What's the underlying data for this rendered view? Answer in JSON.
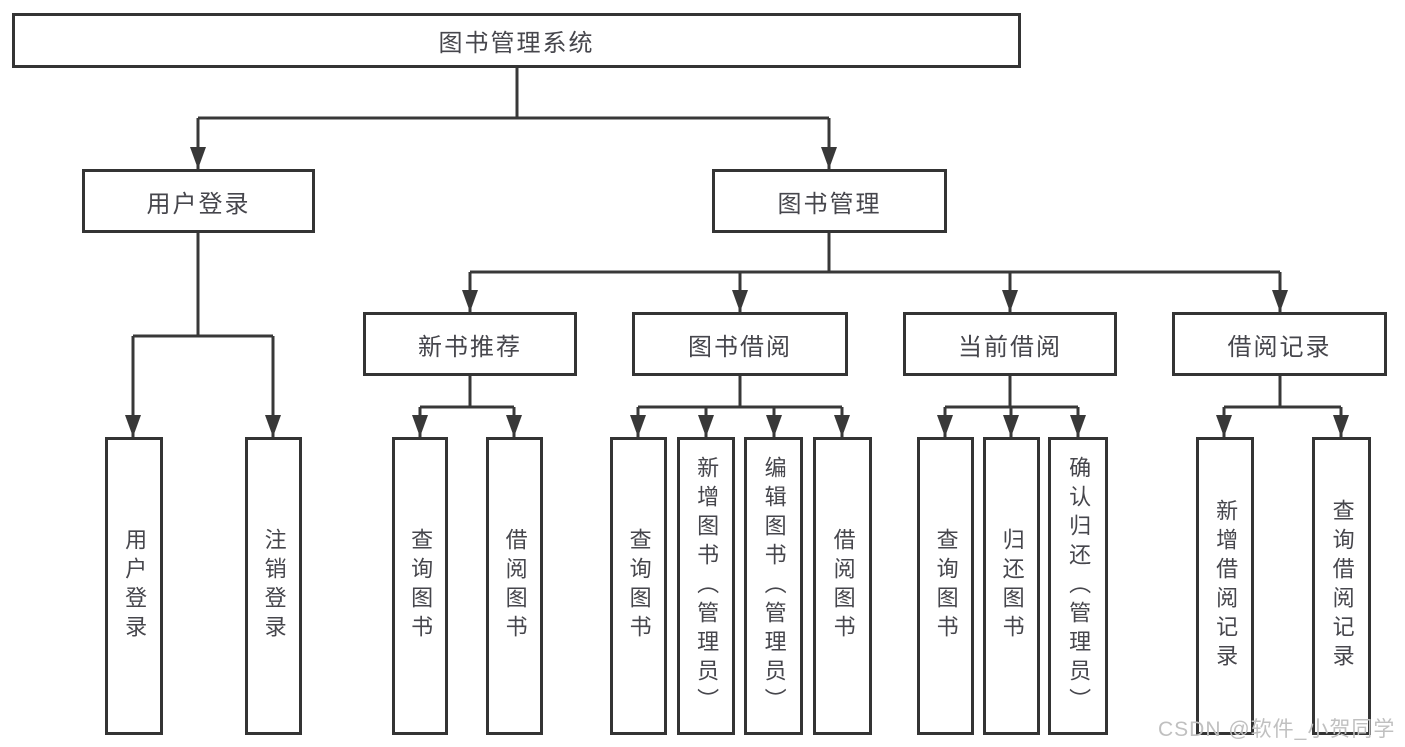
{
  "diagram": {
    "root": {
      "label": "图书管理系统"
    },
    "level2": [
      {
        "label": "用户登录"
      },
      {
        "label": "图书管理"
      }
    ],
    "level3": [
      {
        "label": "新书推荐"
      },
      {
        "label": "图书借阅"
      },
      {
        "label": "当前借阅"
      },
      {
        "label": "借阅记录"
      }
    ],
    "leaves": {
      "user_login": [
        {
          "label": "用户登录"
        },
        {
          "label": "注销登录"
        }
      ],
      "new_books": [
        {
          "label": "查询图书"
        },
        {
          "label": "借阅图书"
        }
      ],
      "book_borrow": [
        {
          "label": "查询图书"
        },
        {
          "label": "新增图书（管理员）"
        },
        {
          "label": "编辑图书（管理员）"
        },
        {
          "label": "借阅图书"
        }
      ],
      "current_borrow": [
        {
          "label": "查询图书"
        },
        {
          "label": "归还图书"
        },
        {
          "label": "确认归还（管理员）"
        }
      ],
      "borrow_records": [
        {
          "label": "新增借阅记录"
        },
        {
          "label": "查询借阅记录"
        }
      ]
    },
    "colors": {
      "line": "#383838",
      "border": "#343434",
      "text": "#46464c",
      "watermark": "#c0c0c0"
    }
  },
  "watermark": {
    "text": "CSDN @软件_小贺同学"
  }
}
